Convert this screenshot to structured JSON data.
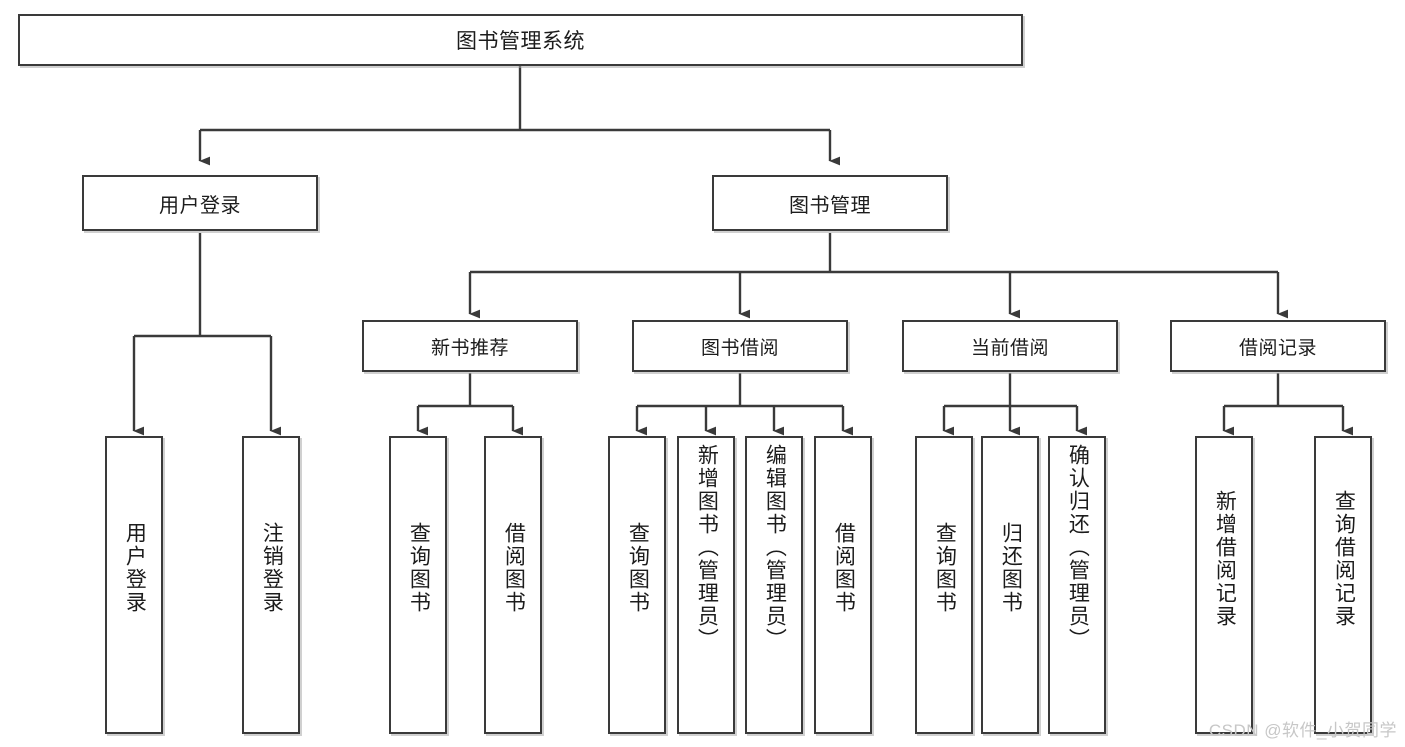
{
  "diagram": {
    "title": "图书管理系统",
    "type": "功能结构图",
    "line_color": "#3a3a3a",
    "box_fill": "#ffffff",
    "text_color": "#1c1c1c",
    "watermark_color": "#c7c7c7"
  },
  "root": {
    "label": "图书管理系统"
  },
  "level1": [
    {
      "label": "用户登录"
    },
    {
      "label": "图书管理"
    }
  ],
  "level2": [
    {
      "label": "新书推荐"
    },
    {
      "label": "图书借阅"
    },
    {
      "label": "当前借阅"
    },
    {
      "label": "借阅记录"
    }
  ],
  "leaves": {
    "user_login": [
      {
        "label": "用户登录"
      },
      {
        "label": "注销登录"
      }
    ],
    "new_book_recommend": [
      {
        "label": "查询图书"
      },
      {
        "label": "借阅图书"
      }
    ],
    "book_borrow": [
      {
        "label": "查询图书"
      },
      {
        "label": "新增图书（管理员）"
      },
      {
        "label": "编辑图书（管理员）"
      },
      {
        "label": "借阅图书"
      }
    ],
    "current_borrow": [
      {
        "label": "查询图书"
      },
      {
        "label": "归还图书"
      },
      {
        "label": "确认归还（管理员）"
      }
    ],
    "borrow_record": [
      {
        "label": "新增借阅记录"
      },
      {
        "label": "查询借阅记录"
      }
    ]
  },
  "watermark": {
    "text": "CSDN @软件_小贺同学"
  }
}
